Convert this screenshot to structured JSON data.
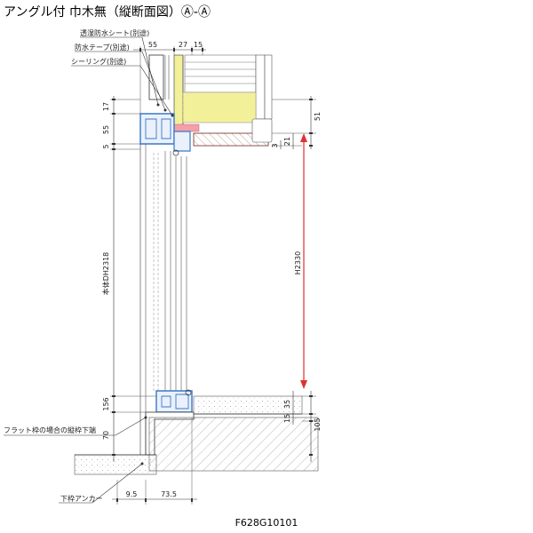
{
  "title": "アングル付 巾木無（縦断面図）Ⓐ-Ⓐ",
  "drawing_code": "F628G10101",
  "callouts": {
    "sheet": "透湿防水シート(別途)",
    "tape": "防水テープ(別途)",
    "sealing": "シーリング(別途)",
    "flat_sill": "フラット枠の場合の縦枠下端",
    "anchor": "下枠アンカー"
  },
  "dims": {
    "top_55": "55",
    "top_27": "27",
    "top_15": "15",
    "left_17": "17",
    "left_55": "55",
    "left_5": "5",
    "body": "本体DH2318",
    "left_156": "156",
    "left_70": "70",
    "right_51": "51",
    "right_21": "21",
    "right_3": "3",
    "height": "H2330",
    "right_35": "35",
    "right_15": "15",
    "right_105": "105",
    "bottom_9_5": "9.5",
    "bottom_73_5": "73.5"
  },
  "colors": {
    "height_arrow": "#e03030",
    "insulation": "#f3f09a",
    "frame_blue": "#3a78c8",
    "gasket_pink": "#f4a0a8"
  }
}
